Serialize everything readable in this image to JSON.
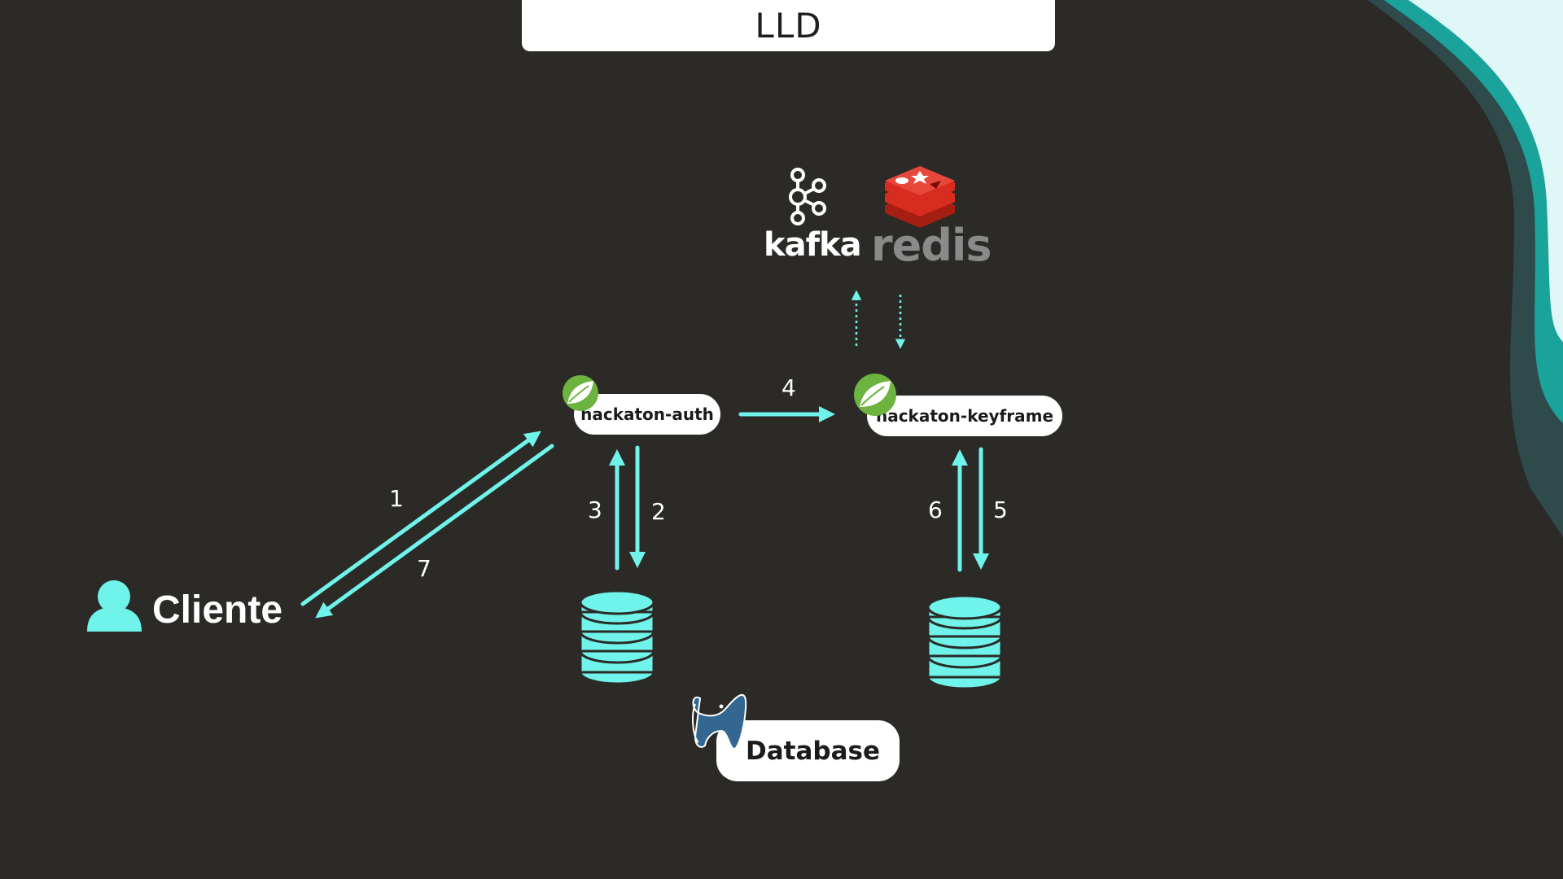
{
  "title": "LLD",
  "nodes": {
    "client": "Cliente",
    "auth_service": "hackaton-auth",
    "keyframe_service": "hackaton-keyframe",
    "database": "Database",
    "kafka": "kafka",
    "redis": "redis"
  },
  "steps": [
    "1",
    "2",
    "3",
    "4",
    "5",
    "6",
    "7"
  ],
  "colors": {
    "background": "#2b2a27",
    "arrow": "#6ff3ea",
    "spring": "#6db33f",
    "redis": "#d82c20",
    "postgres": "#336791",
    "wave_dark": "#2e4a4b",
    "wave_teal": "#1aa39b",
    "wave_light": "#dff7f6"
  },
  "icons": [
    "user-icon",
    "spring-leaf-icon",
    "kafka-icon",
    "redis-icon",
    "database-icon",
    "postgres-elephant-icon"
  ]
}
